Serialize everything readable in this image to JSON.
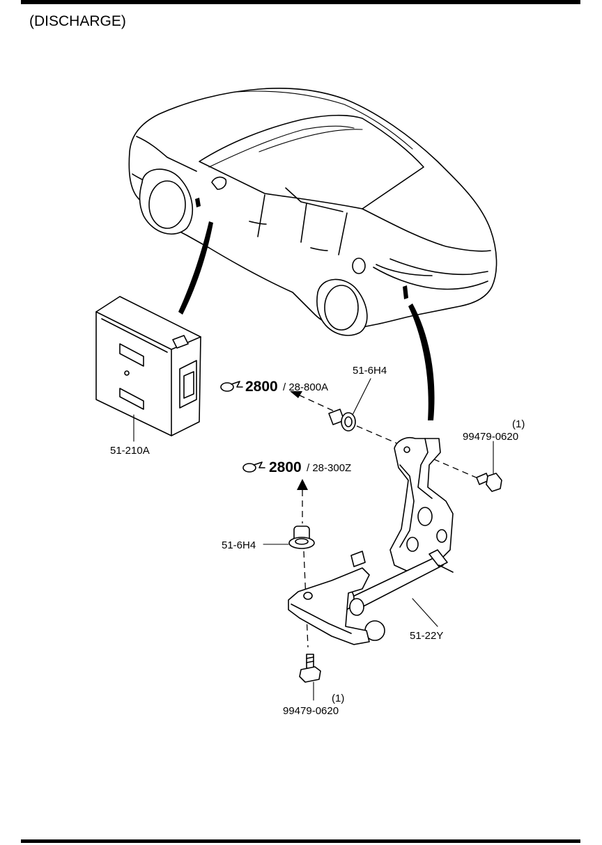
{
  "title": "(DISCHARGE)",
  "icons": {
    "car": "sedan-rear-three-quarter-illustration",
    "module": "control-module-illustration",
    "bracket": "sensor-bracket-assembly-illustration",
    "bolt": "flange-bolt-icon",
    "grommet": "grommet-clip-icon",
    "reference": "page-reference-arrow-icon"
  },
  "references": [
    {
      "page": "2800",
      "code": "/ 28-800A"
    },
    {
      "page": "2800",
      "code": "/ 28-300Z"
    }
  ],
  "parts": {
    "module": "51-210A",
    "clip_upper": "51-6H4",
    "clip_lower": "51-6H4",
    "bracket": "51-22Y",
    "bolt_upper": {
      "number": "99479-0620",
      "qty": "(1)"
    },
    "bolt_lower": {
      "number": "99479-0620",
      "qty": "(1)"
    }
  }
}
